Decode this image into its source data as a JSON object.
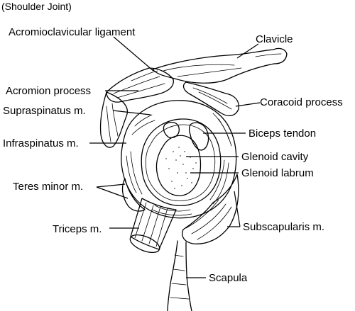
{
  "title": "(Shoulder Joint)",
  "labels": {
    "acromioclavicular_ligament": "Acromioclavicular ligament",
    "clavicle": "Clavicle",
    "acromion_process": "Acromion process",
    "coracoid_process": "Coracoid process",
    "supraspinatus": "Supraspinatus m.",
    "biceps_tendon": "Biceps tendon",
    "infraspinatus": "Infraspinatus m.",
    "glenoid_cavity": "Glenoid cavity",
    "glenoid_labrum": "Glenoid labrum",
    "teres_minor": "Teres minor m.",
    "triceps": "Triceps m.",
    "subscapularis": "Subscapularis m.",
    "scapula": "Scapula"
  }
}
